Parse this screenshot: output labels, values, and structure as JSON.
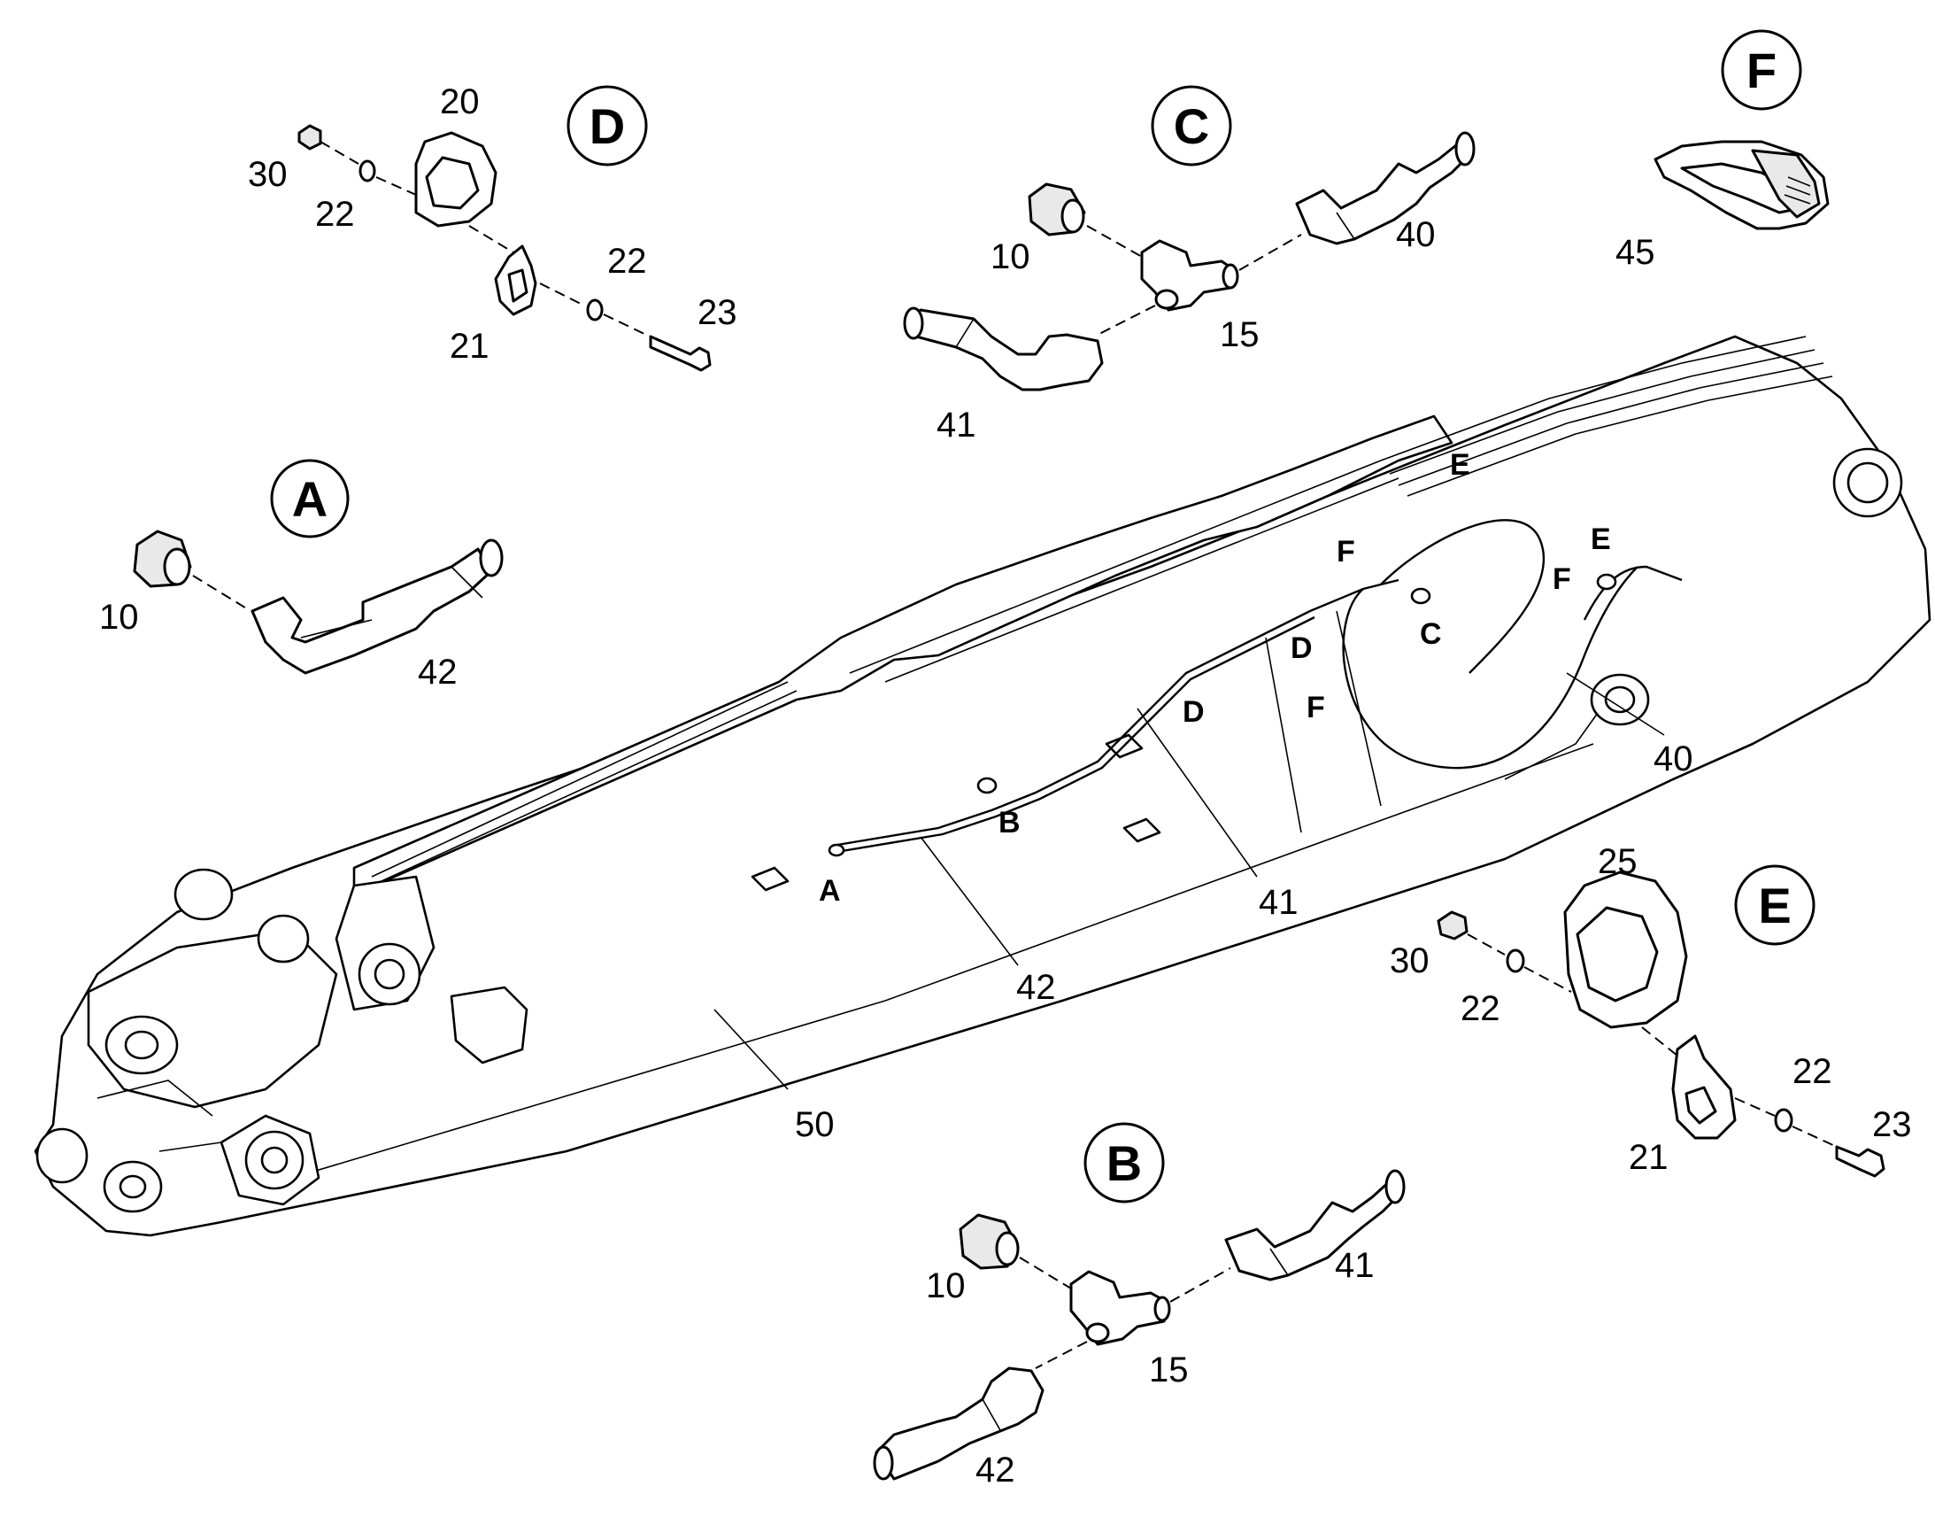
{
  "details": {
    "A": {
      "letter": "A",
      "fitting": "10",
      "hose": "42"
    },
    "B": {
      "letter": "B",
      "fitting": "10",
      "hose_upper": "41",
      "tee": "15",
      "hose_lower": "42"
    },
    "C": {
      "letter": "C",
      "fitting": "10",
      "hose_right": "40",
      "tee": "15",
      "hose_left": "41"
    },
    "D": {
      "letter": "D",
      "block": "20",
      "nut": "30",
      "washer_1": "22",
      "washer_2": "22",
      "clamp": "21",
      "screw": "23"
    },
    "E": {
      "letter": "E",
      "block": "25",
      "nut": "30",
      "washer_1": "22",
      "washer_2": "22",
      "clamp": "21",
      "screw": "23"
    },
    "F": {
      "letter": "F",
      "strap": "45"
    }
  },
  "main": {
    "boom": "50",
    "hose_41": "41",
    "hose_42": "42",
    "hose_40": "40",
    "markers": {
      "A": "A",
      "B": "B",
      "C": "C",
      "D1": "D",
      "D2": "D",
      "E1": "E",
      "E2": "E",
      "F1": "F",
      "F2": "F",
      "F3": "F"
    }
  }
}
